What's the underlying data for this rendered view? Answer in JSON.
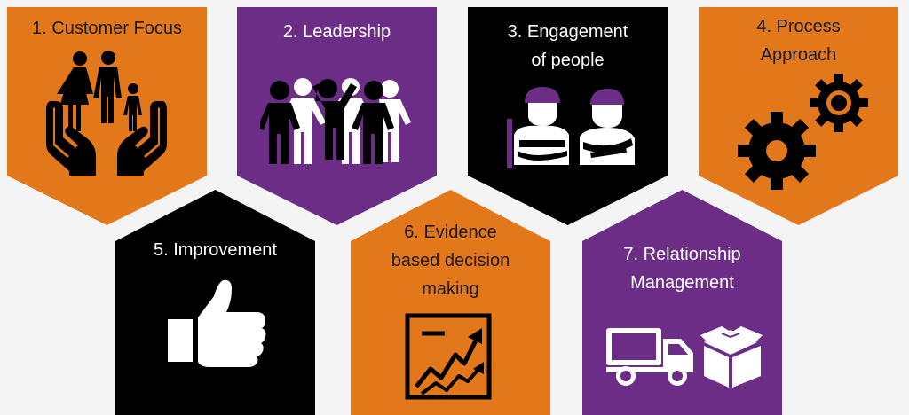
{
  "colors": {
    "orange": "#e3781a",
    "purple": "#6c2d86",
    "black": "#000000",
    "background": "#f4f4f4",
    "text_on_orange": "#1a1a1a",
    "text_on_dark": "#ffffff"
  },
  "principles": [
    {
      "label": "1. Customer Focus",
      "color": "orange",
      "icon": "family-in-hands-icon"
    },
    {
      "label": "2. Leadership",
      "color": "purple",
      "icon": "group-people-icon"
    },
    {
      "label": "3. Engagement\nof people",
      "color": "black",
      "icon": "workers-icon"
    },
    {
      "label": "4. Process\nApproach",
      "color": "orange",
      "icon": "gears-icon"
    },
    {
      "label": "5. Improvement",
      "color": "black",
      "icon": "thumbs-up-icon"
    },
    {
      "label": "6. Evidence\nbased decision\nmaking",
      "color": "orange",
      "icon": "rising-chart-icon"
    },
    {
      "label": "7. Relationship\nManagement",
      "color": "purple",
      "icon": "truck-and-box-icon"
    }
  ]
}
